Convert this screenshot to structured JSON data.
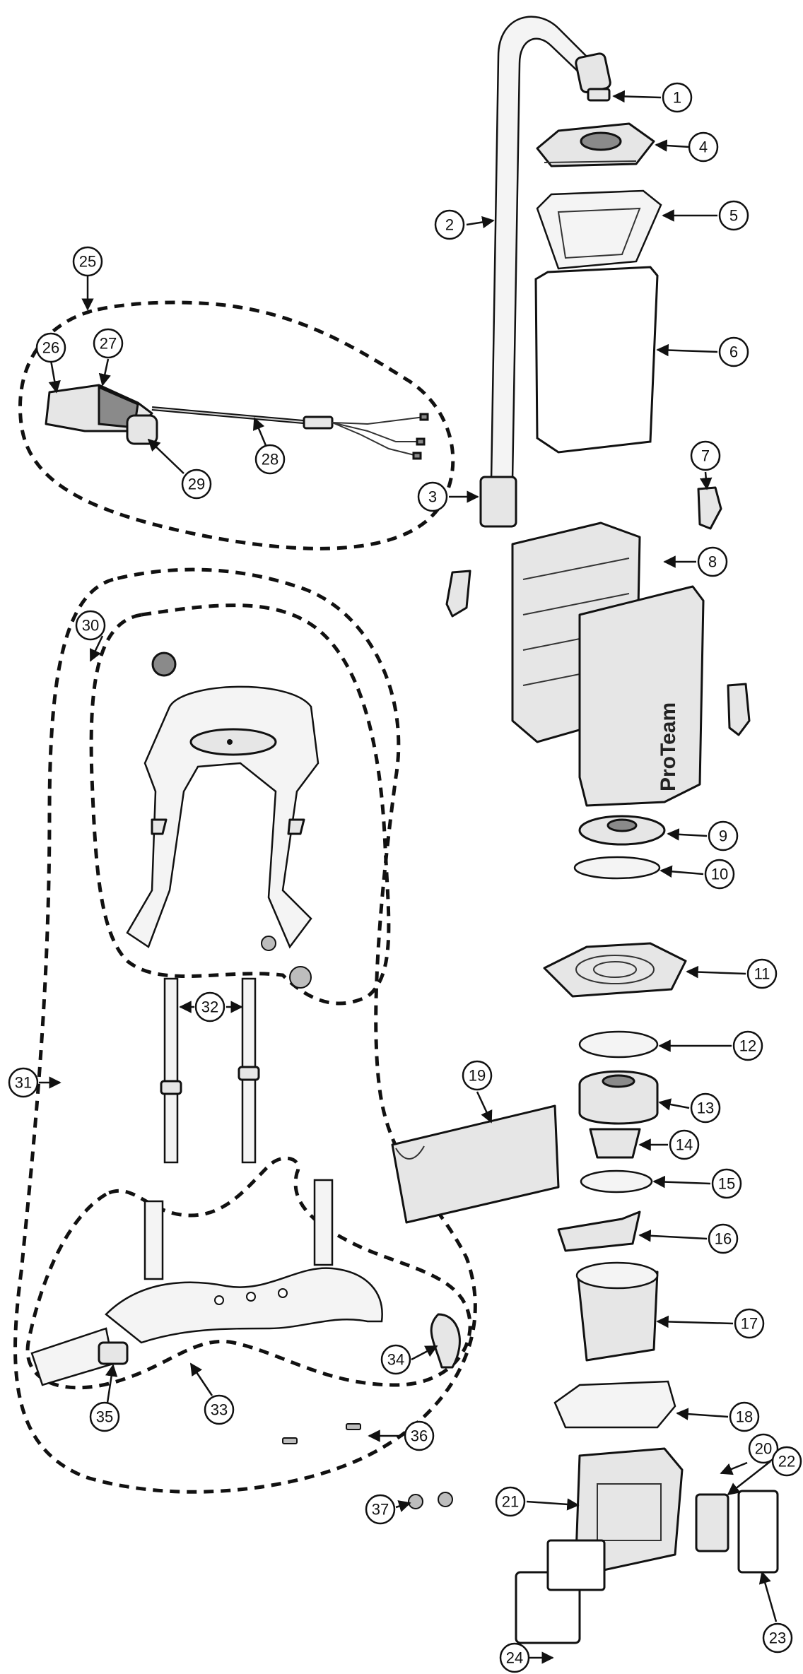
{
  "diagram": {
    "brand_label": "ProTeam",
    "callouts": [
      {
        "n": "1"
      },
      {
        "n": "2"
      },
      {
        "n": "3"
      },
      {
        "n": "4"
      },
      {
        "n": "5"
      },
      {
        "n": "6"
      },
      {
        "n": "7"
      },
      {
        "n": "8"
      },
      {
        "n": "9"
      },
      {
        "n": "10"
      },
      {
        "n": "11"
      },
      {
        "n": "12"
      },
      {
        "n": "13"
      },
      {
        "n": "14"
      },
      {
        "n": "15"
      },
      {
        "n": "16"
      },
      {
        "n": "17"
      },
      {
        "n": "18"
      },
      {
        "n": "19"
      },
      {
        "n": "20"
      },
      {
        "n": "21"
      },
      {
        "n": "22"
      },
      {
        "n": "23"
      },
      {
        "n": "24"
      },
      {
        "n": "25"
      },
      {
        "n": "26"
      },
      {
        "n": "27"
      },
      {
        "n": "28"
      },
      {
        "n": "29"
      },
      {
        "n": "30"
      },
      {
        "n": "31"
      },
      {
        "n": "32"
      },
      {
        "n": "33"
      },
      {
        "n": "34"
      },
      {
        "n": "35"
      },
      {
        "n": "36"
      },
      {
        "n": "37"
      }
    ]
  }
}
